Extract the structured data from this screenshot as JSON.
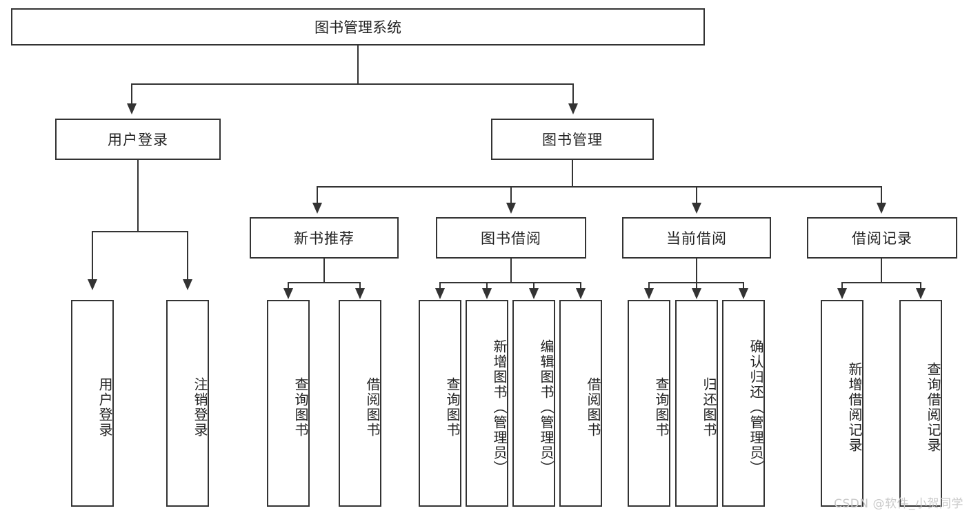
{
  "diagram": {
    "title": "图书管理系统",
    "watermark": "CSDN @软件_小贺同学",
    "colors": {
      "stroke": "#333333",
      "fill": "#ffffff",
      "text": "#222222",
      "watermark": "#c9c9c9"
    },
    "root": {
      "label": "图书管理系统"
    },
    "level2": [
      {
        "label": "用户登录"
      },
      {
        "label": "图书管理"
      }
    ],
    "level3": [
      {
        "label": "新书推荐"
      },
      {
        "label": "图书借阅"
      },
      {
        "label": "当前借阅"
      },
      {
        "label": "借阅记录"
      }
    ],
    "leaves": {
      "user_login": [
        {
          "label": "用户登录"
        },
        {
          "label": "注销登录"
        }
      ],
      "new_book_recommend": [
        {
          "label": "查询图书"
        },
        {
          "label": "借阅图书"
        }
      ],
      "book_borrow": [
        {
          "label": "查询图书"
        },
        {
          "label": "新增图书（管理员）"
        },
        {
          "label": "编辑图书（管理员）"
        },
        {
          "label": "借阅图书"
        }
      ],
      "current_borrow": [
        {
          "label": "查询图书"
        },
        {
          "label": "归还图书"
        },
        {
          "label": "确认归还（管理员）"
        }
      ],
      "borrow_record": [
        {
          "label": "新增借阅记录"
        },
        {
          "label": "查询借阅记录"
        }
      ]
    }
  }
}
